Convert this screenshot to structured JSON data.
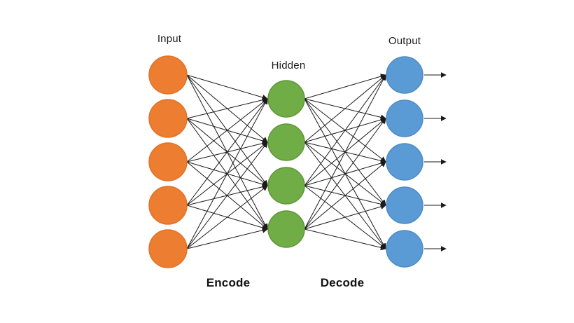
{
  "diagram": {
    "type": "autoencoder-neural-network",
    "background": "#ffffff",
    "edge_color": "#1a1a1a",
    "layers": [
      {
        "name": "input",
        "label": "Input",
        "node_count": 5,
        "fill": "#ED7D31",
        "border": "#E07325"
      },
      {
        "name": "hidden",
        "label": "Hidden",
        "node_count": 4,
        "fill": "#70AD47",
        "border": "#5E9638"
      },
      {
        "name": "output",
        "label": "Output",
        "node_count": 5,
        "fill": "#5B9BD5",
        "border": "#4D8BC4"
      }
    ],
    "stages": [
      {
        "label": "Encode"
      },
      {
        "label": "Decode"
      }
    ],
    "connections": [
      {
        "from": "input",
        "to": "hidden",
        "type": "fully-connected",
        "arrowheads": true
      },
      {
        "from": "hidden",
        "to": "output",
        "type": "fully-connected",
        "arrowheads": true
      }
    ],
    "output_arrows": {
      "present": true,
      "count": 5,
      "direction": "right"
    }
  }
}
